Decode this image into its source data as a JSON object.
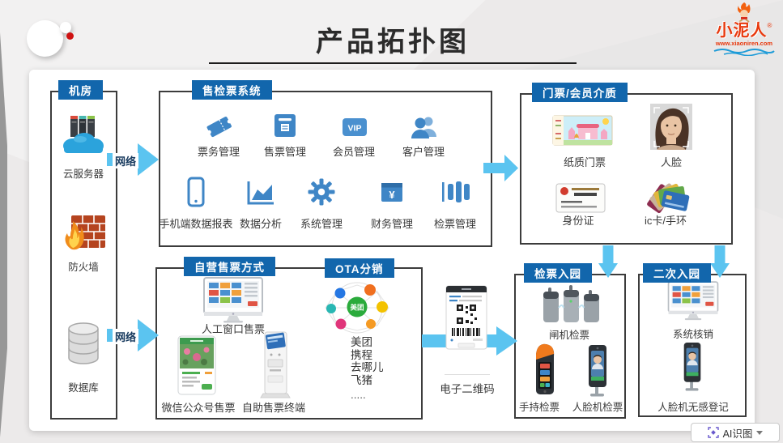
{
  "page": {
    "title": "产品拓扑图"
  },
  "logo": {
    "brand": "小泥人",
    "reg": "®",
    "url": "www.xiaoniren.com"
  },
  "network": {
    "label1": "网络",
    "label2": "网络"
  },
  "machine_room": {
    "title": "机房",
    "items": [
      {
        "label": "云服务器",
        "icon": "cloud-server-icon"
      },
      {
        "label": "防火墙",
        "icon": "firewall-icon"
      },
      {
        "label": "数据库",
        "icon": "database-icon"
      }
    ]
  },
  "ticketing_system": {
    "title": "售检票系统",
    "row1": [
      {
        "label": "票务管理",
        "icon": "ticket-icon"
      },
      {
        "label": "售票管理",
        "icon": "ticket-machine-icon"
      },
      {
        "label": "会员管理",
        "icon": "vip-icon",
        "icon_text": "VIP"
      },
      {
        "label": "客户管理",
        "icon": "customers-icon"
      }
    ],
    "row2": [
      {
        "label": "手机端数据报表",
        "icon": "phone-icon"
      },
      {
        "label": "数据分析",
        "icon": "chart-icon"
      },
      {
        "label": "系统管理",
        "icon": "gear-icon"
      },
      {
        "label": "财务管理",
        "icon": "finance-icon",
        "icon_text": "¥"
      },
      {
        "label": "检票管理",
        "icon": "gates-icon"
      }
    ]
  },
  "media": {
    "title": "门票/会员介质",
    "items": [
      {
        "label": "纸质门票",
        "icon": "paper-ticket-icon"
      },
      {
        "label": "人脸",
        "icon": "face-photo-icon"
      },
      {
        "label": "身份证",
        "icon": "id-card-icon"
      },
      {
        "label": "ic卡/手环",
        "icon": "ic-cards-icon"
      }
    ]
  },
  "self_sale": {
    "title": "自营售票方式",
    "items": [
      {
        "label": "人工窗口售票",
        "icon": "desktop-monitor-icon"
      },
      {
        "label": "微信公众号售票",
        "icon": "wechat-phone-icon"
      },
      {
        "label": "自助售票终端",
        "icon": "kiosk-icon"
      }
    ]
  },
  "ota": {
    "title": "OTA分销",
    "badge": "美团",
    "list": [
      "美团",
      "携程",
      "去哪儿",
      "飞猪",
      "....."
    ]
  },
  "qr": {
    "label": "电子二维码"
  },
  "entry_check": {
    "title": "检票入园",
    "items": [
      {
        "label": "闸机检票",
        "icon": "turnstile-icon"
      },
      {
        "label": "手持检票",
        "icon": "handheld-scanner-icon"
      },
      {
        "label": "人脸机检票",
        "icon": "face-terminal-icon"
      }
    ]
  },
  "re_entry": {
    "title": "二次入园",
    "items": [
      {
        "label": "系统核销",
        "icon": "desktop-monitor-icon"
      },
      {
        "label": "人脸机无感登记",
        "icon": "face-terminal-icon"
      }
    ]
  },
  "ai_tool": {
    "label": "AI识图"
  }
}
